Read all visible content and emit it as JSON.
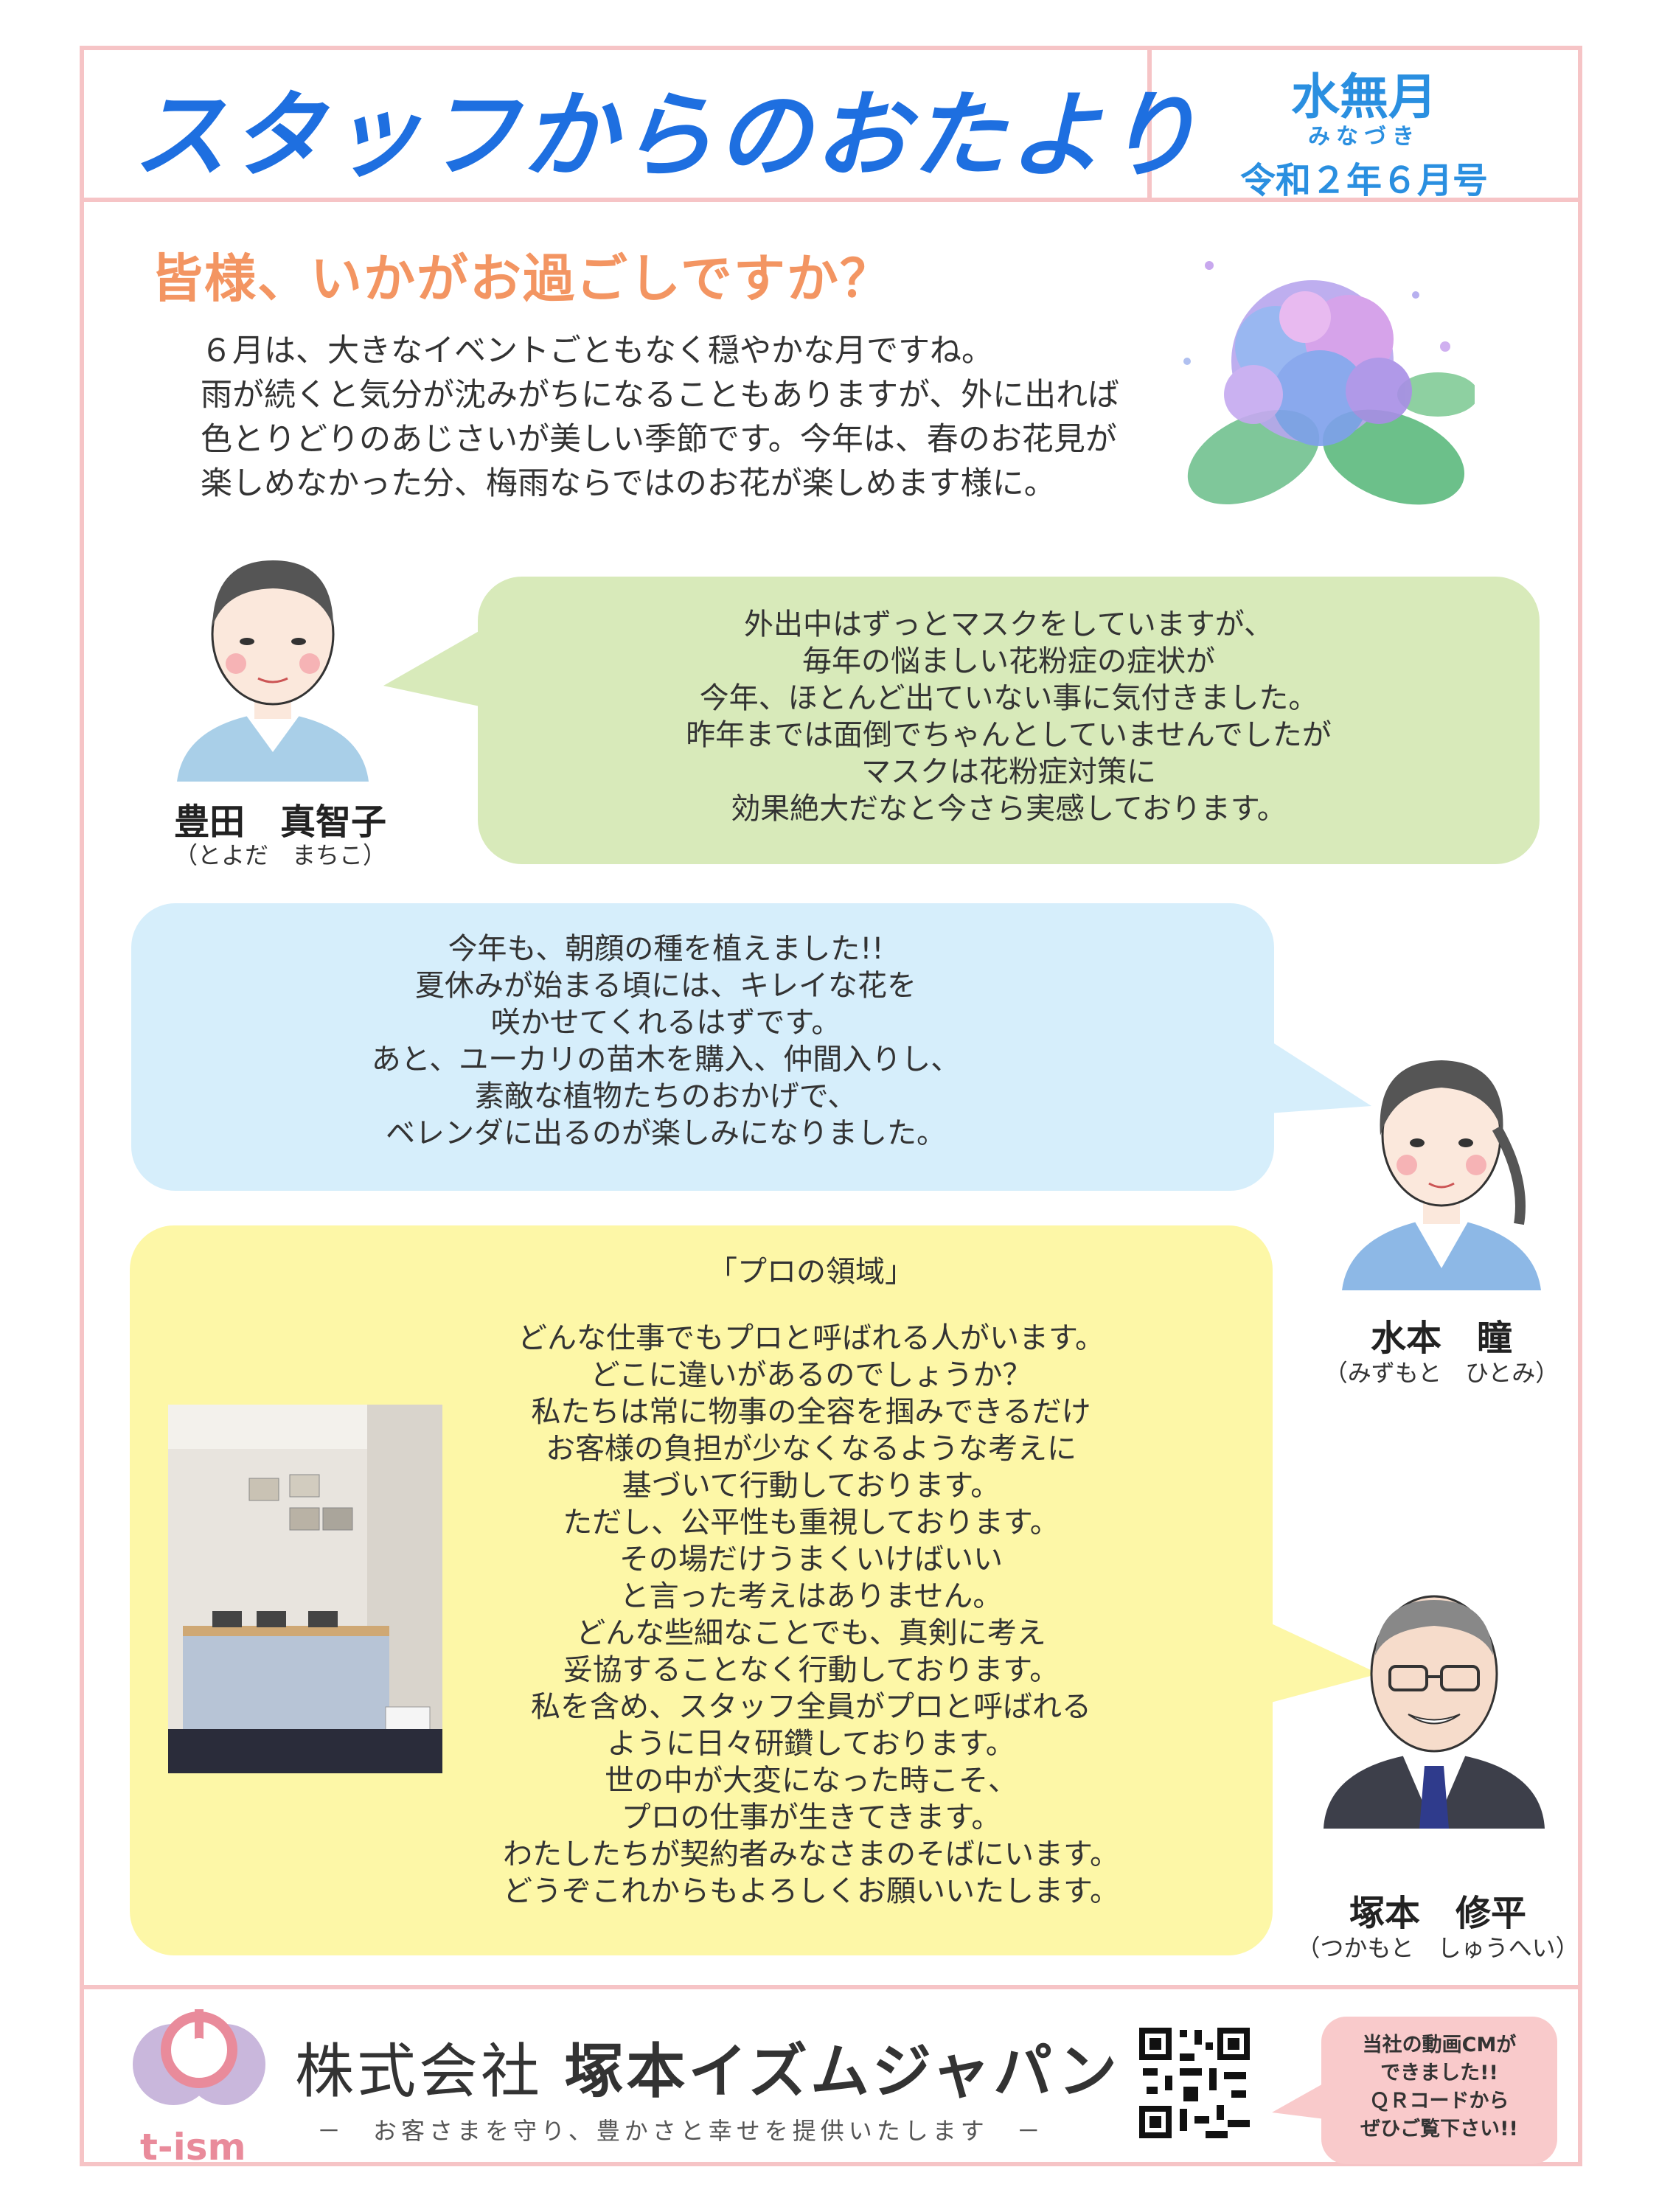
{
  "header": {
    "title": "スタッフからのおたより",
    "month_name": "水無月",
    "month_reading": "みなづき",
    "issue": "令和２年６月号"
  },
  "intro": {
    "heading": "皆様、いかがお過ごしですか？",
    "lines": [
      "６月は、大きなイベントごともなく穏やかな月ですね。",
      "雨が続くと気分が沈みがちになることもありますが、外に出れば",
      "色とりどりのあじさいが美しい季節です。今年は、春のお花見が",
      "楽しめなかった分、梅雨ならではのお花が楽しめます様に。"
    ],
    "illustration_icon": "hydrangea-icon"
  },
  "staff": [
    {
      "name": "豊田　真智子",
      "reading": "（とよだ　まちこ）",
      "lines": [
        "外出中はずっとマスクをしていますが、",
        "毎年の悩ましい花粉症の症状が",
        "今年、ほとんど出ていない事に気付きました。",
        "昨年までは面倒でちゃんとしていませんでしたが",
        "マスクは花粉症対策に",
        "効果絶大だなと今さら実感しております。"
      ]
    },
    {
      "name": "水本　瞳",
      "reading": "（みずもと　ひとみ）",
      "lines": [
        "今年も、朝顔の種を植えました!!",
        "夏休みが始まる頃には、キレイな花を",
        "咲かせてくれるはずです。",
        "あと、ユーカリの苗木を購入、仲間入りし、",
        "素敵な植物たちのおかげで、",
        "ベレンダに出るのが楽しみになりました。"
      ]
    },
    {
      "name": "塚本　修平",
      "reading": "（つかもと　しゅうへい）",
      "heading": "「プロの領域」",
      "lines": [
        "どんな仕事でもプロと呼ばれる人がいます。",
        "どこに違いがあるのでしょうか？",
        "私たちは常に物事の全容を掴みできるだけ",
        "お客様の負担が少なくなるような考えに",
        "基づいて行動しております。",
        "ただし、公平性も重視しております。",
        "その場だけうまくいけばいい",
        "と言った考えはありません。",
        "どんな些細なことでも、真剣に考え",
        "妥協することなく行動しております。",
        "私を含め、スタッフ全員がプロと呼ばれる",
        "ように日々研鑽しております。",
        "世の中が大変になった時こそ、",
        "プロの仕事が生きてきます。",
        "わたしたちが契約者みなさまのそばにいます。",
        "どうぞこれからもよろしくお願いいたします。"
      ]
    }
  ],
  "footer": {
    "company_prefix": "株式会社",
    "company_name": "塚本イズムジャパン",
    "slogan": "－　お客さまを守り、豊かさと幸せを提供いたします　－",
    "logo_text": "t-ism",
    "qr_note_lines": [
      "当社の動画CMが",
      "できました!!",
      "ＱＲコードから",
      "ぜひご覧下さい!!"
    ],
    "qr_icon": "qr-code-icon"
  },
  "colors": {
    "frame": "#f6c4c6",
    "title": "#1e6fe0",
    "heading": "#f39562",
    "bubble_green": "#d8eaba",
    "bubble_blue": "#d6eefb",
    "bubble_yellow": "#fdf7a7"
  }
}
